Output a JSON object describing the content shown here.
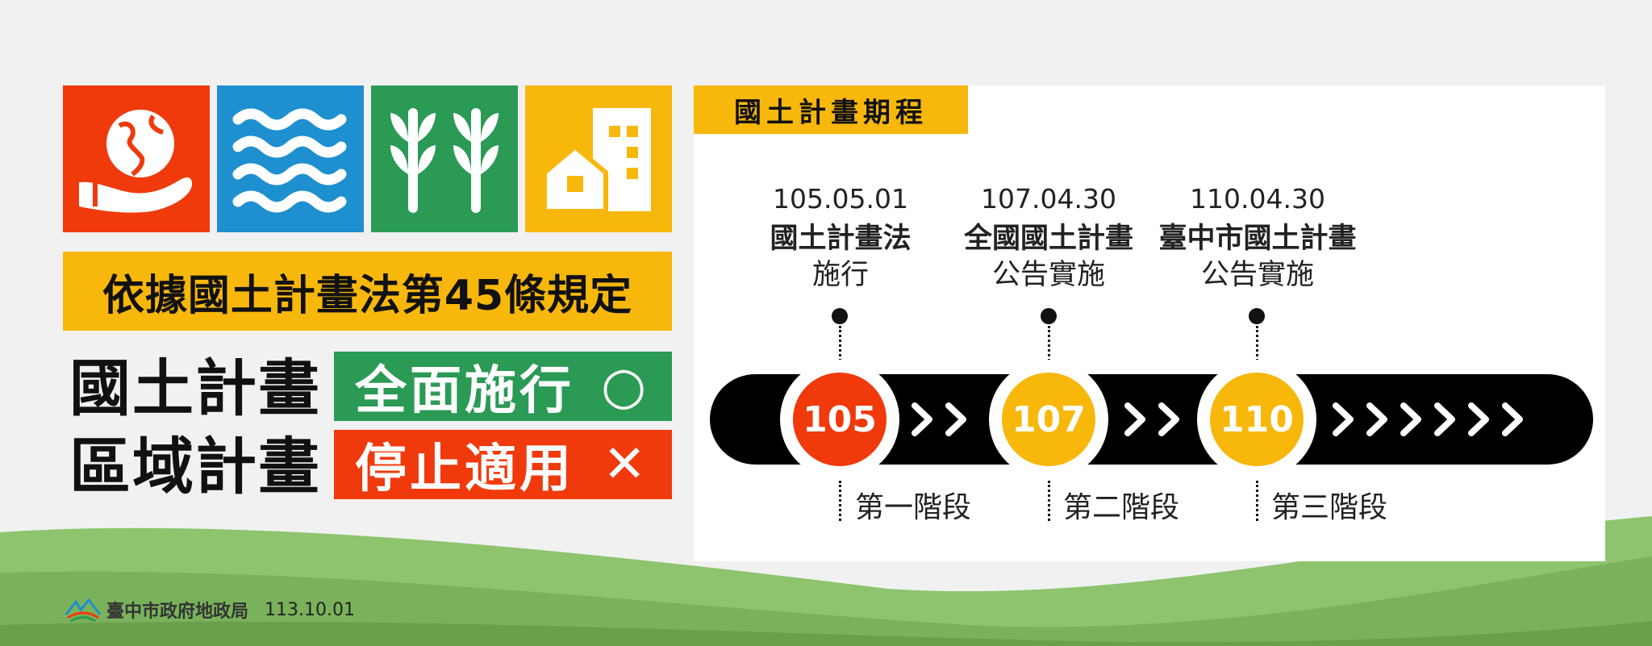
{
  "icons": [
    "earth-in-hand-icon",
    "water-waves-icon",
    "sprout-plants-icon",
    "house-building-icon"
  ],
  "colors": {
    "red": "#f03a0c",
    "blue": "#1e8fcf",
    "green": "#2a9a55",
    "yellow": "#f8b70b",
    "black": "#000000",
    "grass_light": "#8dc46d",
    "grass_dark": "#6fa84f"
  },
  "law_banner": "依據國土計畫法第45條規定",
  "rows": [
    {
      "label": "國土計畫",
      "status": "全面施行",
      "mark": "○",
      "color": "green"
    },
    {
      "label": "區域計畫",
      "status": "停止適用",
      "mark": "✕",
      "color": "red"
    }
  ],
  "panel": {
    "title": "國土計畫期程",
    "milestones": [
      {
        "date": "105.05.01",
        "title": "國土計畫法",
        "sub": "施行"
      },
      {
        "date": "107.04.30",
        "title": "全國國土計畫",
        "sub": "公告實施"
      },
      {
        "date": "110.04.30",
        "title": "臺中市國土計畫",
        "sub": "公告實施"
      }
    ],
    "years": [
      {
        "label": "105",
        "color": "red"
      },
      {
        "label": "107",
        "color": "yellow"
      },
      {
        "label": "110",
        "color": "yellow"
      }
    ],
    "stages": [
      "第一階段",
      "第二階段",
      "第三階段"
    ]
  },
  "footer": {
    "org": "臺中市政府地政局",
    "date": "113.10.01"
  }
}
